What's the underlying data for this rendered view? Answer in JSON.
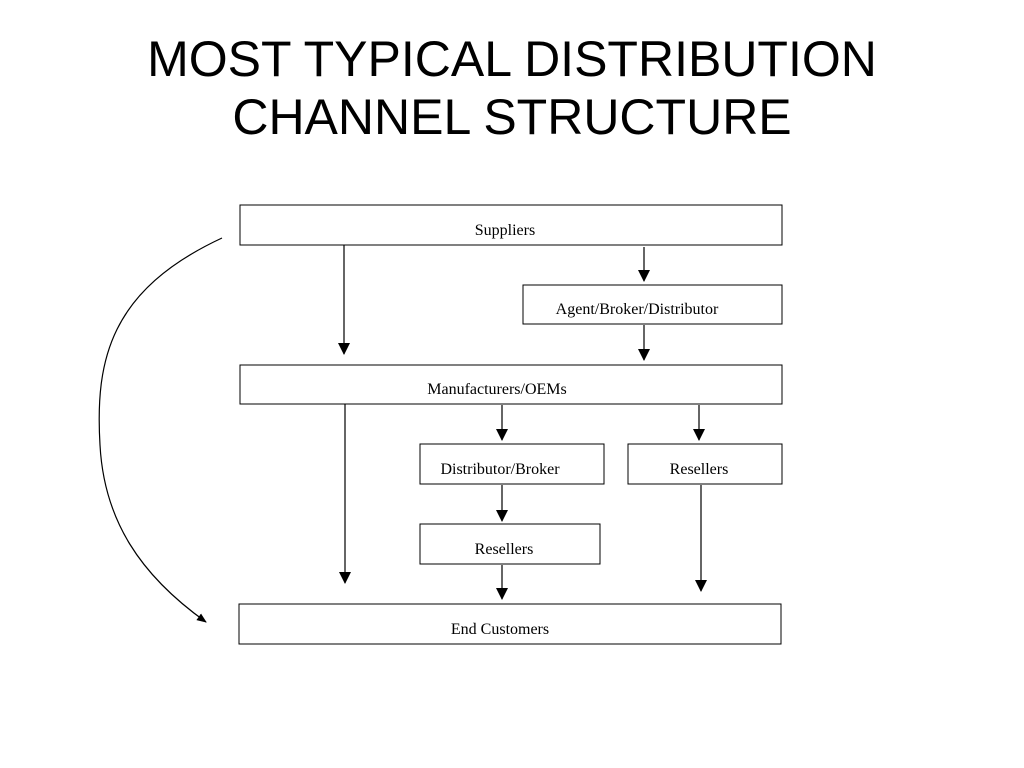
{
  "title": {
    "line1": "MOST TYPICAL DISTRIBUTION",
    "line2": "CHANNEL STRUCTURE"
  },
  "nodes": {
    "suppliers": "Suppliers",
    "agent_broker_distributor": "Agent/Broker/Distributor",
    "manufacturers_oems": "Manufacturers/OEMs",
    "distributor_broker": "Distributor/Broker",
    "resellers_right": "Resellers",
    "resellers_middle": "Resellers",
    "end_customers": "End Customers"
  },
  "colors": {
    "stroke": "#000000",
    "background": "#ffffff"
  }
}
